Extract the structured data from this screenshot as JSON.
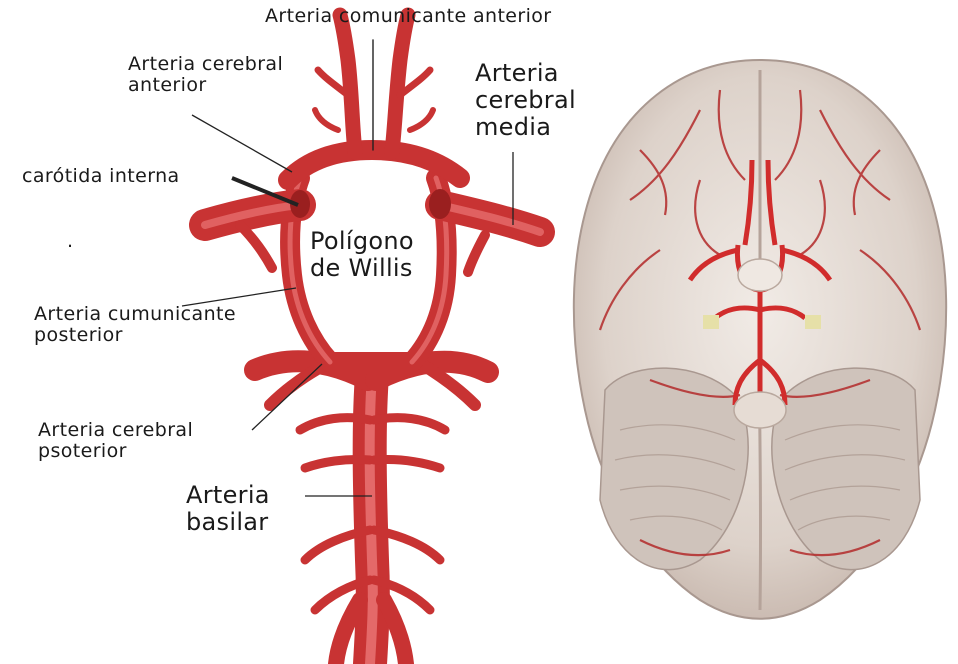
{
  "labels": {
    "acom_anterior": "Arteria comunicante anterior",
    "acer_anterior": [
      "Arteria cerebral",
      "anterior"
    ],
    "acer_media": [
      "Arteria",
      "cerebral",
      "media"
    ],
    "carotida": "carótida interna",
    "poligono": [
      "Polígono",
      "de Willis"
    ],
    "acom_posterior": [
      "Arteria cumunicante",
      "posterior"
    ],
    "acer_posterior": [
      "Arteria cerebral",
      "psoterior"
    ],
    "basilar": [
      "Arteria",
      "basilar"
    ],
    "dot": "."
  },
  "colors": {
    "artery": "#d63b3b",
    "artery_dark": "#a82424",
    "artery_light": "#f08a8a",
    "brain": "#e4dcd6",
    "brain_shadow": "#b9a9a0",
    "leader": "#222222"
  },
  "icons": {
    "brain": "brain-inferior-view-icon",
    "arteries": "circle-of-willis-icon"
  }
}
